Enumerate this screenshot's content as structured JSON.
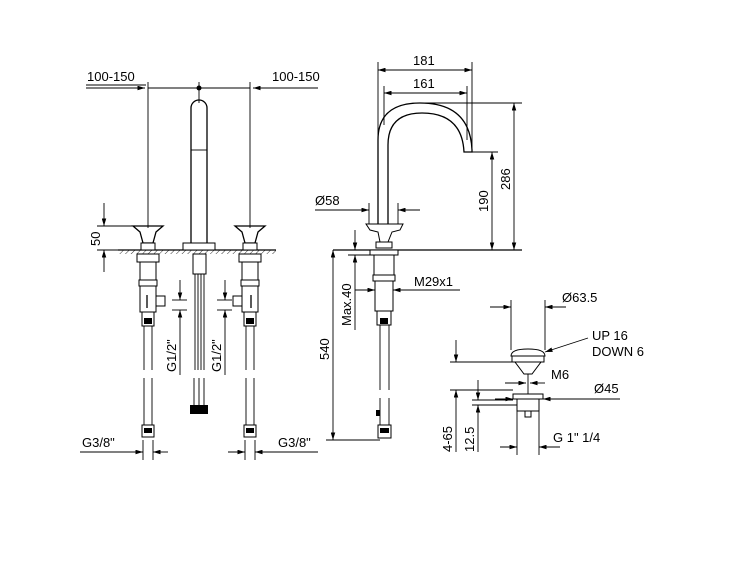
{
  "drawing": {
    "front_view": {
      "spacing_left": "100-150",
      "spacing_right": "100-150",
      "handle_height": "50",
      "inlet_left": "G1/2\"",
      "inlet_right": "G1/2\"",
      "hose_left": "G3/8\"",
      "hose_right": "G3/8\""
    },
    "side_view": {
      "spout_reach_outer": "181",
      "spout_reach_inner": "161",
      "total_height": "286",
      "outlet_height": "190",
      "base_diameter": "Ø58",
      "max_deck_thickness": "Max.40",
      "hose_length": "540",
      "thread": "M29x1"
    },
    "drain": {
      "cap_diameter": "Ø63.5",
      "travel_up": "UP 16",
      "travel_down": "DOWN 6",
      "rod_thread": "M6",
      "flange_diameter": "Ø45",
      "basin_thickness": "4-65",
      "flange_height": "12.5",
      "outlet_thread": "G 1\" 1/4"
    }
  }
}
